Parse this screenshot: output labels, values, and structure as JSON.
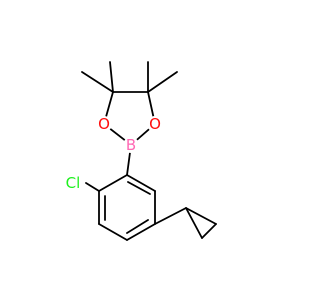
{
  "diagram": {
    "type": "chemical-structure",
    "colors": {
      "bond": "#000000",
      "carbon": "#000000",
      "oxygen": "#ff0d0d",
      "boron": "#ff69b4",
      "chlorine": "#1ff01f",
      "background": "#ffffff"
    },
    "atoms": {
      "o_left": {
        "label": "O",
        "element": "oxygen"
      },
      "o_right": {
        "label": "O",
        "element": "oxygen"
      },
      "boron": {
        "label": "B",
        "element": "boron"
      },
      "chlorine": {
        "label": "Cl",
        "element": "chlorine"
      }
    }
  }
}
